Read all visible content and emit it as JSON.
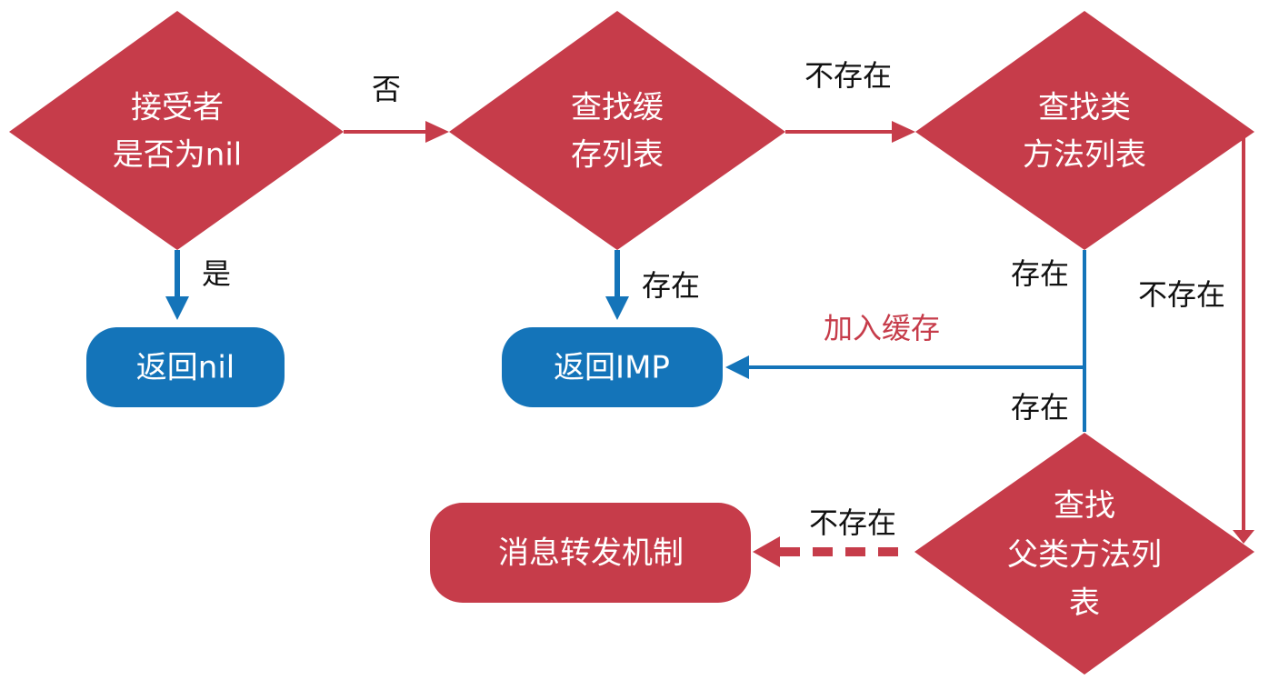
{
  "colors": {
    "decision": "#c63c4a",
    "terminal_blue": "#1474b9",
    "terminal_red": "#c63c4a",
    "edge_red": "#c63c4a",
    "edge_blue": "#1474b9",
    "label_text": "#111111",
    "node_text": "#ffffff"
  },
  "nodes": {
    "receiver_nil": {
      "lines": [
        "接受者",
        "是否为nil"
      ],
      "shape": "diamond"
    },
    "cache_lookup": {
      "lines": [
        "查找缓",
        "存列表"
      ],
      "shape": "diamond"
    },
    "class_methods": {
      "lines": [
        "查找类",
        "方法列表"
      ],
      "shape": "diamond"
    },
    "superclass_methods": {
      "lines": [
        "查找",
        "父类方法列",
        "表"
      ],
      "shape": "diamond"
    },
    "return_nil": {
      "label": "返回nil",
      "shape": "rounded-rect"
    },
    "return_imp": {
      "label": "返回IMP",
      "shape": "rounded-rect"
    },
    "message_forwarding": {
      "label": "消息转发机制",
      "shape": "rounded-rect"
    }
  },
  "edges": {
    "no": "否",
    "yes": "是",
    "cache_miss": "不存在",
    "cache_hit": "存在",
    "class_hit": "存在",
    "class_miss": "不存在",
    "add_to_cache": "加入缓存",
    "super_hit": "存在",
    "super_miss": "不存在"
  }
}
